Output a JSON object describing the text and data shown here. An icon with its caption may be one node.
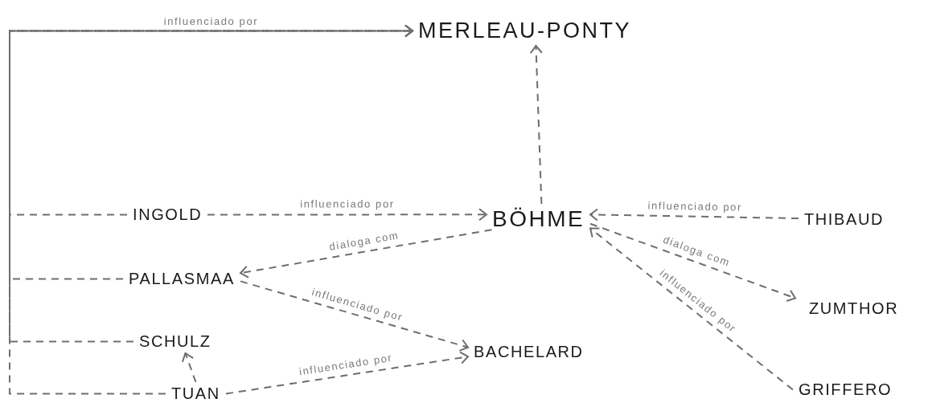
{
  "diagram": {
    "nodes": [
      {
        "text": [
          "MERLEAU-PONTY"
        ]
      },
      {
        "text": [
          "INGOLD"
        ]
      },
      {
        "text": [
          "BÖHME"
        ]
      },
      {
        "text": [
          "THIBAUD"
        ]
      },
      {
        "text": [
          "PALLASMAA"
        ]
      },
      {
        "text": [
          "ZUMTHOR"
        ]
      },
      {
        "text": [
          "SCHULZ"
        ]
      },
      {
        "text": [
          "BACHELARD"
        ]
      },
      {
        "text": [
          "TUAN"
        ]
      },
      {
        "text": [
          "GRIFFERO"
        ]
      }
    ],
    "edges": [
      {
        "from": 1,
        "to": 0,
        "arrow": "to",
        "label": "influenciado por"
      },
      {
        "from": 4,
        "to": 0,
        "arrow": "to"
      },
      {
        "from": 6,
        "to": 0,
        "arrow": "to"
      },
      {
        "from": 8,
        "to": 0,
        "arrow": "to"
      },
      {
        "from": 1,
        "to": 2,
        "arrow": "to",
        "label": "influenciado por"
      },
      {
        "from": 2,
        "to": 0,
        "arrow": "to"
      },
      {
        "from": 3,
        "to": 2,
        "arrow": "to",
        "label": "influenciado por"
      },
      {
        "from": 2,
        "to": 4,
        "arrow": "to",
        "label": "dialoga com"
      },
      {
        "from": 2,
        "to": 5,
        "arrow": "to",
        "label": "dialoga com"
      },
      {
        "from": 9,
        "to": 2,
        "arrow": "to",
        "label": "influenciado por"
      },
      {
        "from": 4,
        "to": 7,
        "arrow": "to",
        "label": "influenciado por"
      },
      {
        "from": 8,
        "to": 7,
        "arrow": "to",
        "label": "influenciado por"
      },
      {
        "from": 8,
        "to": 6,
        "arrow": "to"
      }
    ]
  }
}
